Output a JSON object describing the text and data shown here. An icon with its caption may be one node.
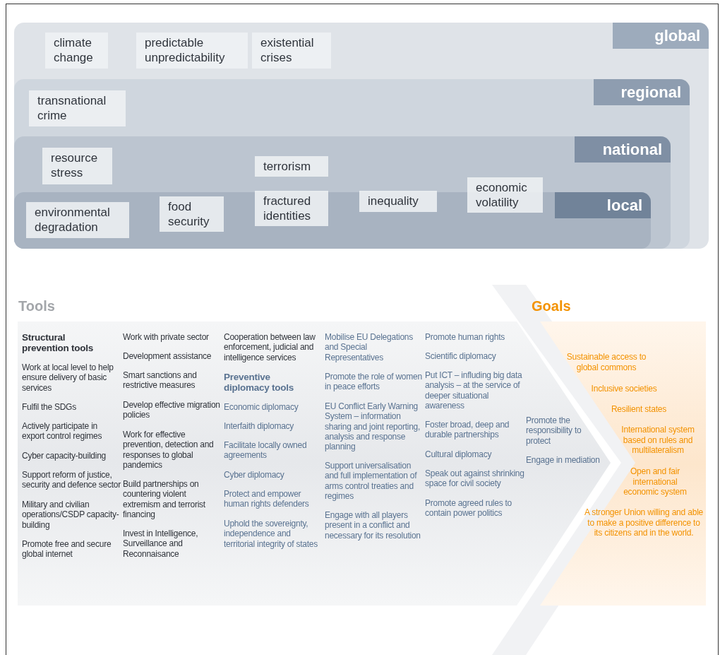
{
  "diagram": {
    "nodes": [
      {
        "text": [
          "global"
        ]
      },
      {
        "text": [
          "climate change"
        ],
        "in": 0
      },
      {
        "text": [
          "predictable unpredictability"
        ],
        "in": 0
      },
      {
        "text": [
          "existential crises"
        ],
        "in": 0
      },
      {
        "text": [
          "regional"
        ],
        "in": 0
      },
      {
        "text": [
          "transnational crime"
        ],
        "in": 4
      },
      {
        "text": [
          "national"
        ],
        "in": 4
      },
      {
        "text": [
          "resource stress"
        ],
        "in": 6
      },
      {
        "text": [
          "terrorism"
        ],
        "in": 6
      },
      {
        "text": [
          "economic volatility"
        ],
        "in": 6
      },
      {
        "text": [
          "local"
        ],
        "in": 6
      },
      {
        "text": [
          "environmental degradation"
        ],
        "in": 10
      },
      {
        "text": [
          "food security"
        ],
        "in": 10
      },
      {
        "text": [
          "fractured identities"
        ],
        "in": 10
      },
      {
        "text": [
          "inequality"
        ],
        "in": 10
      },
      {
        "text": [
          "Tools",
          "Structural prevention tools",
          "Work at local level to help ensure delivery of basic services",
          "Fulfil the SDGs",
          "Actively participate in export control regimes",
          "Cyber capacity-building",
          "Support reform of justice, security and defence sector",
          "Military and civilian operations/CSDP capacity-building",
          "Promote free and secure global internet",
          "Work with private sector",
          "Development assistance",
          "Smart sanctions and restrictive measures",
          "Develop effective migration policies",
          "Work for effective prevention, detection and responses to global pandemics",
          "Build partnerships on countering violent extremism and terrorist financing",
          "Invest in Intelligence, Surveillance and Reconnaisance",
          "Cooperation between law enforcement, judicial and intelligence services",
          "Preventive diplomacy tools",
          "Economic diplomacy",
          "Interfaith diplomacy",
          "Facilitate locally owned agreements",
          "Cyber diplomacy",
          "Protect and empower human rights defenders",
          "Uphold the sovereignty, independence and territorial integrity of states",
          "Mobilise EU Delegations and Special Representatives",
          "Promote the role of women in peace efforts",
          "EU Conflict Early Warning System – information sharing and joint reporting, analysis and response planning",
          "Support universalisation and full implementation of arms control treaties and regimes",
          "Engage with all players present in a conflict and necessary for its resolution",
          "Promote human rights",
          "Scientific diplomacy",
          "Put ICT – influding big data analysis – at the service of deeper situational awareness",
          "Foster broad, deep and durable partnerships",
          "Cultural diplomacy",
          "Speak out against shrinking space for civil society",
          "Promote agreed rules to contain power politics",
          "Promote the responsibility to protect",
          "Engage in mediation"
        ]
      },
      {
        "text": [
          "Goals",
          "Sustainable access to global commons",
          "Inclusive societies",
          "Resilient states",
          "International system based on rules and multilateralism",
          "Open and fair international economic system",
          "A stronger Union willing and able to make a positive difference to its citizens and in the world."
        ]
      }
    ]
  }
}
